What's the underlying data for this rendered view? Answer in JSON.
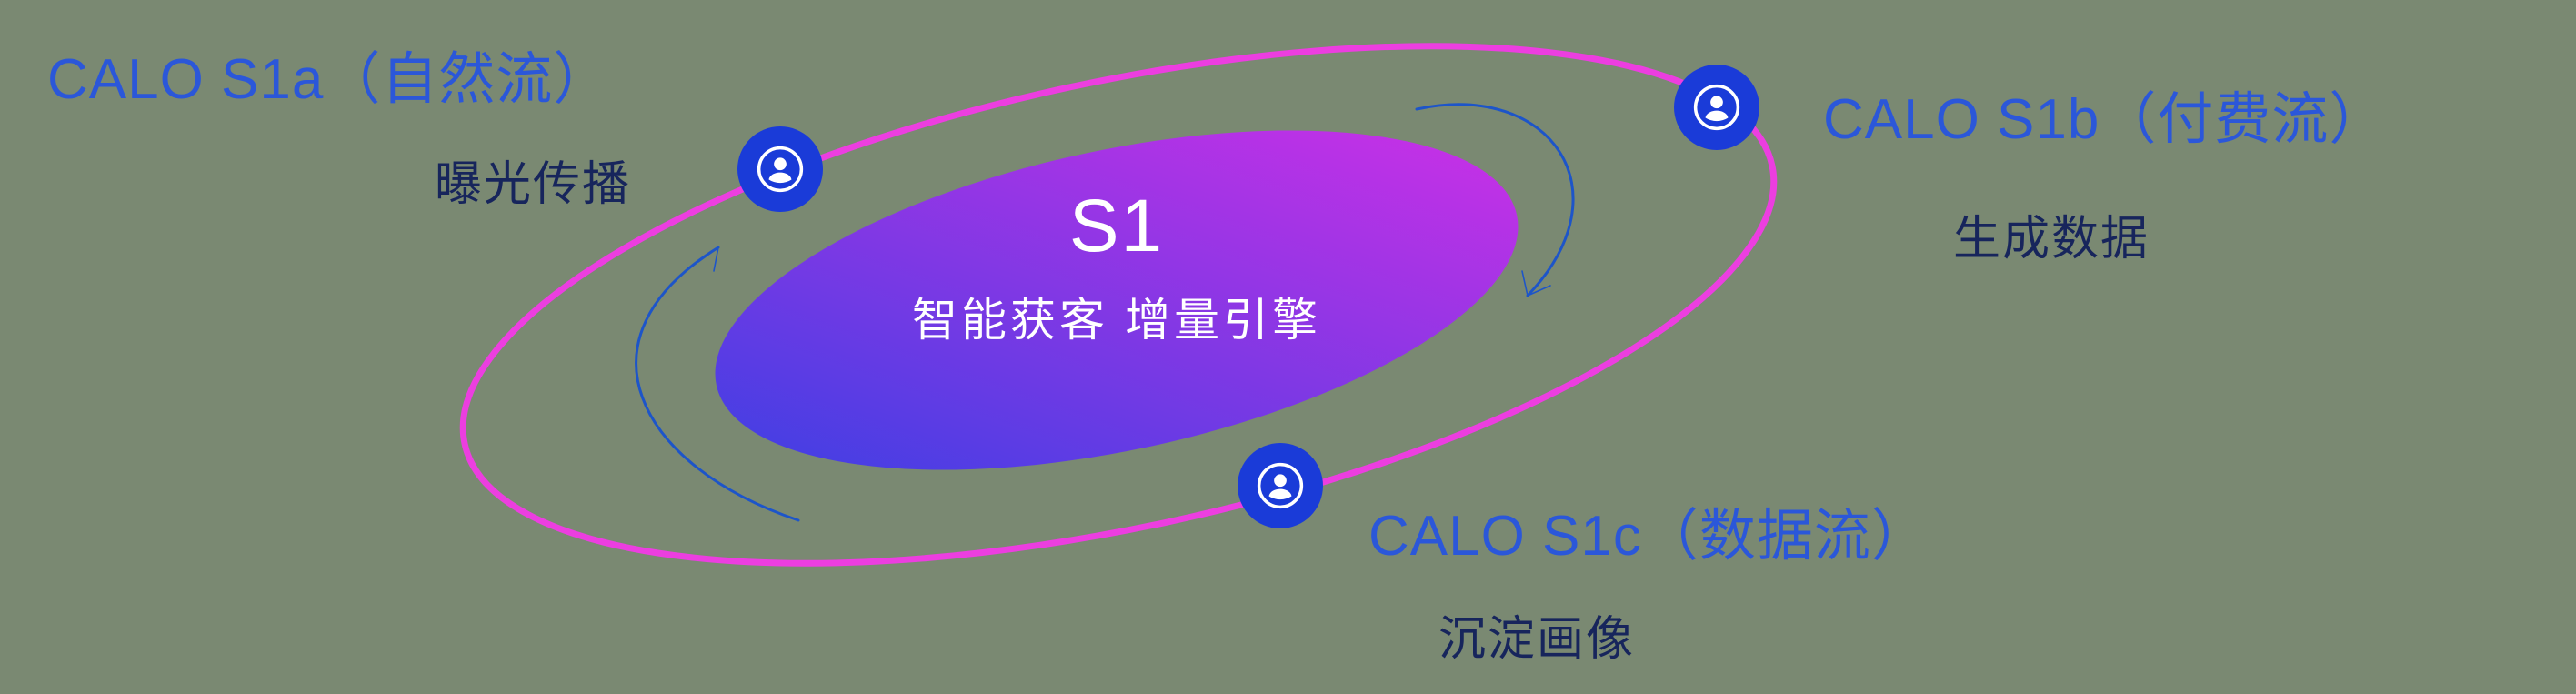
{
  "colors": {
    "background": "#7a8972",
    "orbit": "#ec3ee0",
    "gradient_start": "#3f3fe3",
    "gradient_end": "#cb30e6",
    "node": "#1a3bd8",
    "label": "#2b57d9",
    "sublabel": "#17255c",
    "arrow": "#1d55c9",
    "center_text": "#ffffff"
  },
  "center": {
    "title": "S1",
    "subtitle": "智能获客  增量引擎"
  },
  "nodes": [
    {
      "id": "s1a",
      "label": "CALO S1a（自然流）",
      "sublabel": "曝光传播"
    },
    {
      "id": "s1b",
      "label": "CALO S1b（付费流）",
      "sublabel": "生成数据"
    },
    {
      "id": "s1c",
      "label": "CALO S1c（数据流）",
      "sublabel": "沉淀画像"
    }
  ]
}
